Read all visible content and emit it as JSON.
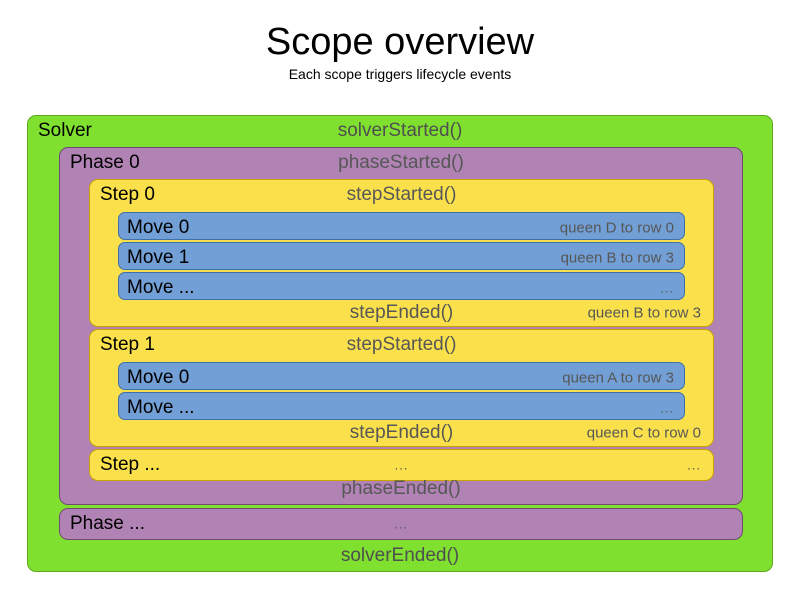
{
  "header": {
    "title": "Scope overview",
    "subtitle": "Each scope triggers lifecycle events"
  },
  "colors": {
    "solver": "#7FE02F",
    "phase": "#B183B5",
    "step": "#FAE14B",
    "move": "#719FD6",
    "event_text": "#575757",
    "name_text": "#000000",
    "page_background": "#FFFFFF"
  },
  "solver": {
    "name": "Solver",
    "started_event": "solverStarted()",
    "ended_event": "solverEnded()",
    "phases": [
      {
        "name": "Phase 0",
        "started_event": "phaseStarted()",
        "ended_event": "phaseEnded()",
        "steps": [
          {
            "name": "Step 0",
            "started_event": "stepStarted()",
            "ended_event": "stepEnded()",
            "ended_detail": "queen B to row 3",
            "moves": [
              {
                "name": "Move 0",
                "detail": "queen D to row 0"
              },
              {
                "name": "Move 1",
                "detail": "queen B to row 3"
              },
              {
                "name": "Move ...",
                "detail": "..."
              }
            ]
          },
          {
            "name": "Step 1",
            "started_event": "stepStarted()",
            "ended_event": "stepEnded()",
            "ended_detail": "queen C to row 0",
            "moves": [
              {
                "name": "Move 0",
                "detail": "queen A to row 3"
              },
              {
                "name": "Move ...",
                "detail": "..."
              }
            ]
          },
          {
            "name": "Step ...",
            "started_event": "...",
            "ended_event": "",
            "ended_detail": "...",
            "moves": []
          }
        ]
      },
      {
        "name": "Phase ...",
        "started_event": "...",
        "ended_event": "",
        "steps": []
      }
    ]
  }
}
